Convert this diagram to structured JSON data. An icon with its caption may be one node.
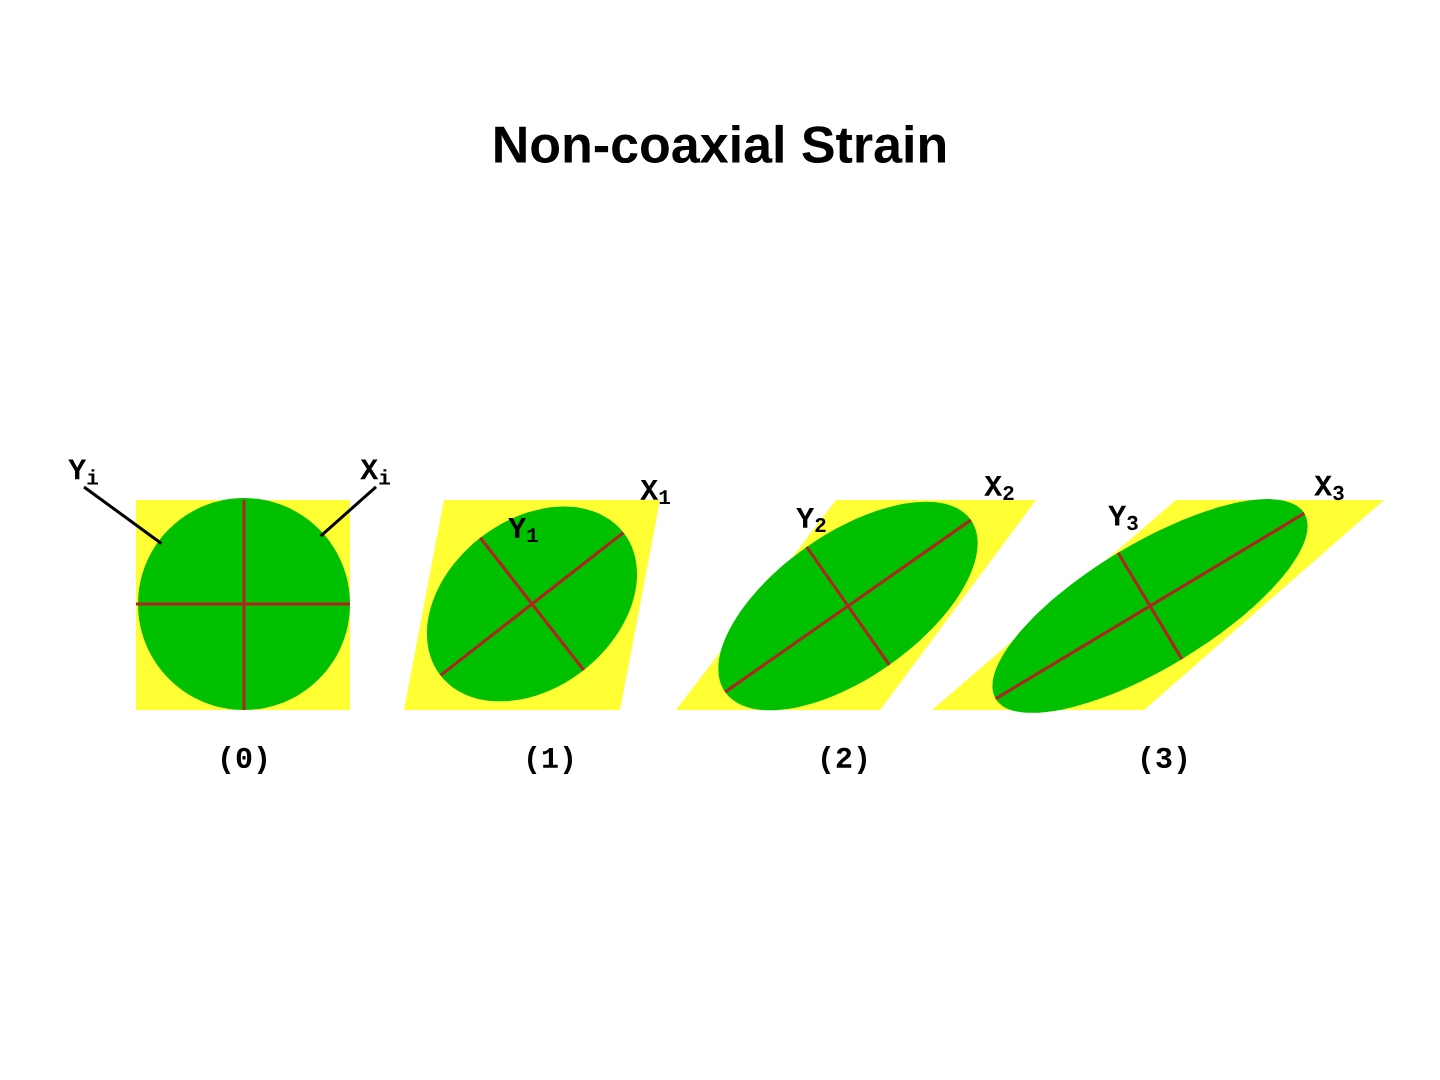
{
  "diagram": {
    "title": "Non-coaxial Strain",
    "nodes": [
      {
        "text": [
          "Y$_{i}$"
        ]
      },
      {
        "text": [
          "X$_{i}$"
        ]
      },
      {
        "text": [],
        "shape": "circle"
      }
    ],
    "edges": [
      {
        "from": 0,
        "to": 2,
        "arrow": "none"
      },
      {
        "from": 1,
        "to": 2,
        "arrow": "none"
      }
    ],
    "labels": [
      "X$_{1}$",
      "X$_{2}$",
      "X$_{3}$",
      "Y$_{1}$",
      "Y$_{2}$",
      "Y$_{3}$",
      "(0)",
      "(1)",
      "(2)",
      "(3)"
    ]
  }
}
